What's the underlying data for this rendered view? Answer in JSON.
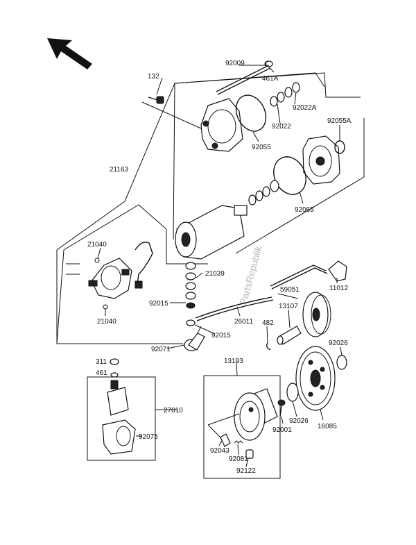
{
  "watermark": "PartsRepublik",
  "colors": {
    "ink": "#111111",
    "paper": "#ffffff",
    "watermark": "#b8b8b8"
  },
  "labels": {
    "p132": "132",
    "p92009": "92009",
    "p461A": "461A",
    "p92022A": "92022A",
    "p92022": "92022",
    "p92055": "92055",
    "p92055A": "92055A",
    "p21163": "21163",
    "p92065": "92065",
    "p21040a": "21040",
    "p21040b": "21040",
    "p21039": "21039",
    "p92015a": "92015",
    "p92015b": "92015",
    "p26011": "26011",
    "p59051": "59051",
    "p13107": "13107",
    "p11012": "11012",
    "p482": "482",
    "p92026a": "92026",
    "p92026b": "92026",
    "p92071": "92071",
    "p311": "311",
    "p461": "461",
    "p13193": "13193",
    "p27010": "27010",
    "p92075": "92075",
    "p92001": "92001",
    "p16085": "16085",
    "p92043": "92043",
    "p92081": "92081",
    "p92122": "92122"
  }
}
